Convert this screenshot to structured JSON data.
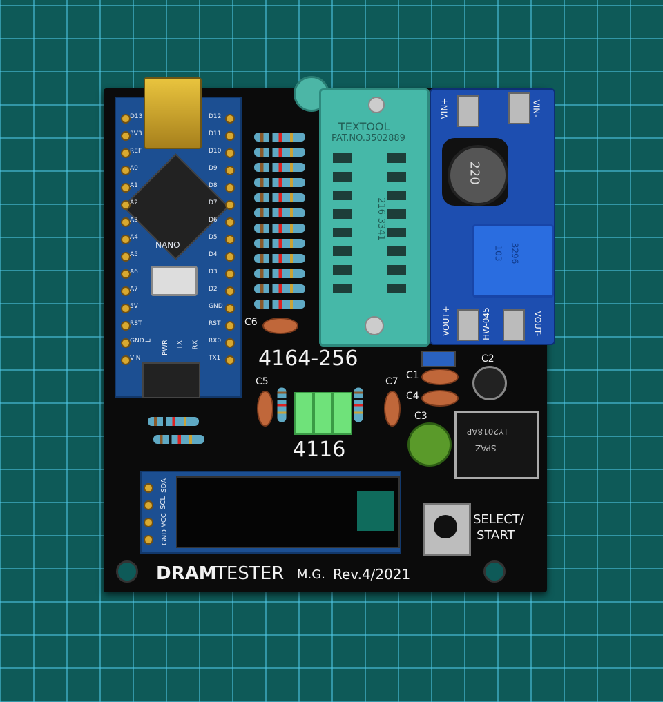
{
  "board": {
    "title_bold": "DRAM",
    "title_regular": "TESTER",
    "author": "M.G.",
    "revision": "Rev.4/2021",
    "chip_label_main": "4164-256",
    "chip_label_small": "4116",
    "button_label_line1": "SELECT/",
    "button_label_line2": "START"
  },
  "nano_module": {
    "label": "NANO",
    "pins_left": [
      "D13",
      "3V3",
      "REF",
      "A0",
      "A1",
      "A2",
      "A3",
      "A4",
      "A5",
      "A6",
      "A7",
      "5V",
      "RST",
      "GND",
      "VIN"
    ],
    "pins_right": [
      "D12",
      "D11",
      "D10",
      "D9",
      "D8",
      "D7",
      "D6",
      "D5",
      "D4",
      "D3",
      "D2",
      "GND",
      "RST",
      "RX0",
      "TX1"
    ],
    "led_labels": [
      "L",
      "PWR",
      "TX",
      "RX"
    ]
  },
  "zif_socket": {
    "brand": "TEXTOOL",
    "patent": "PAT.NO.3502889",
    "part": "216-3341"
  },
  "buck_module": {
    "vin_plus": "VIN+",
    "vin_minus": "VIN-",
    "vout_plus": "VOUT+",
    "vout_minus": "VOUT-",
    "model": "HW-045",
    "inductor_value": "220",
    "pot_marking": "3296",
    "pot_value": "103"
  },
  "oled": {
    "pins": [
      "GND",
      "VCC",
      "SCL",
      "SDA"
    ]
  },
  "components": {
    "c1": "C1",
    "c2": "C2",
    "c3": "C3",
    "c4": "C4",
    "c5": "C5",
    "c6": "C6",
    "c7": "C7",
    "ic_marking_1": "LY2018AP",
    "ic_marking_2": "SPAZ"
  }
}
